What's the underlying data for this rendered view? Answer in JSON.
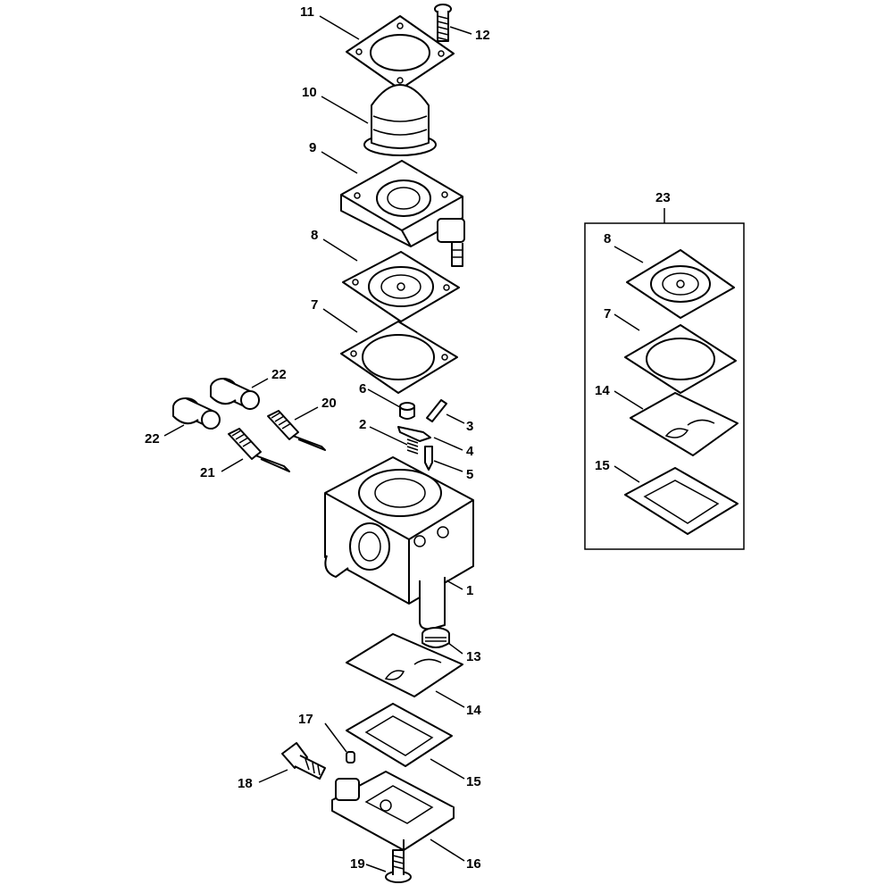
{
  "callouts": {
    "c1": "1",
    "c2": "2",
    "c3": "3",
    "c4": "4",
    "c5": "5",
    "c6": "6",
    "c7": "7",
    "c8": "8",
    "c9": "9",
    "c10": "10",
    "c11": "11",
    "c12": "12",
    "c13": "13",
    "c14": "14",
    "c15": "15",
    "c16": "16",
    "c17": "17",
    "c18": "18",
    "c19": "19",
    "c20": "20",
    "c21": "21",
    "c22a": "22",
    "c22b": "22",
    "c23": "23",
    "kit8": "8",
    "kit7": "7",
    "kit14": "14",
    "kit15": "15"
  }
}
